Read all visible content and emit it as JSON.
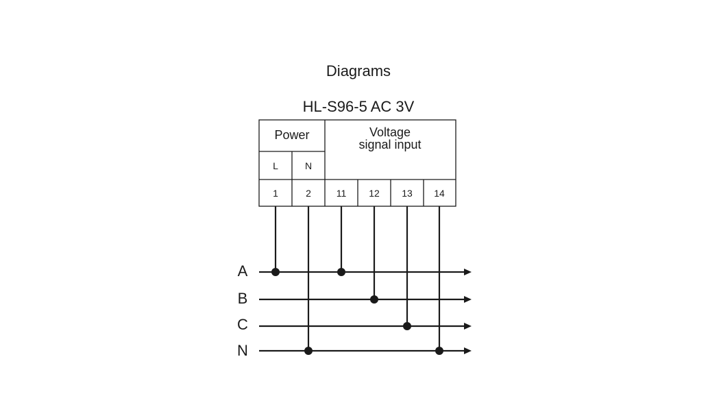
{
  "diagram": {
    "title": "Diagrams",
    "model": "HL-S96-5  AC  3V",
    "power_header": "Power",
    "voltage_header_line1": "Voltage",
    "voltage_header_line2": "signal  input",
    "power_sub": [
      "L",
      "N"
    ],
    "terminals": [
      "1",
      "2",
      "11",
      "12",
      "13",
      "14"
    ],
    "phases": [
      "A",
      "B",
      "C",
      "N"
    ],
    "connections": [
      {
        "terminal": "1",
        "phase": "A"
      },
      {
        "terminal": "2",
        "phase": "N"
      },
      {
        "terminal": "11",
        "phase": "A"
      },
      {
        "terminal": "12",
        "phase": "B"
      },
      {
        "terminal": "13",
        "phase": "C"
      },
      {
        "terminal": "14",
        "phase": "N"
      }
    ]
  }
}
